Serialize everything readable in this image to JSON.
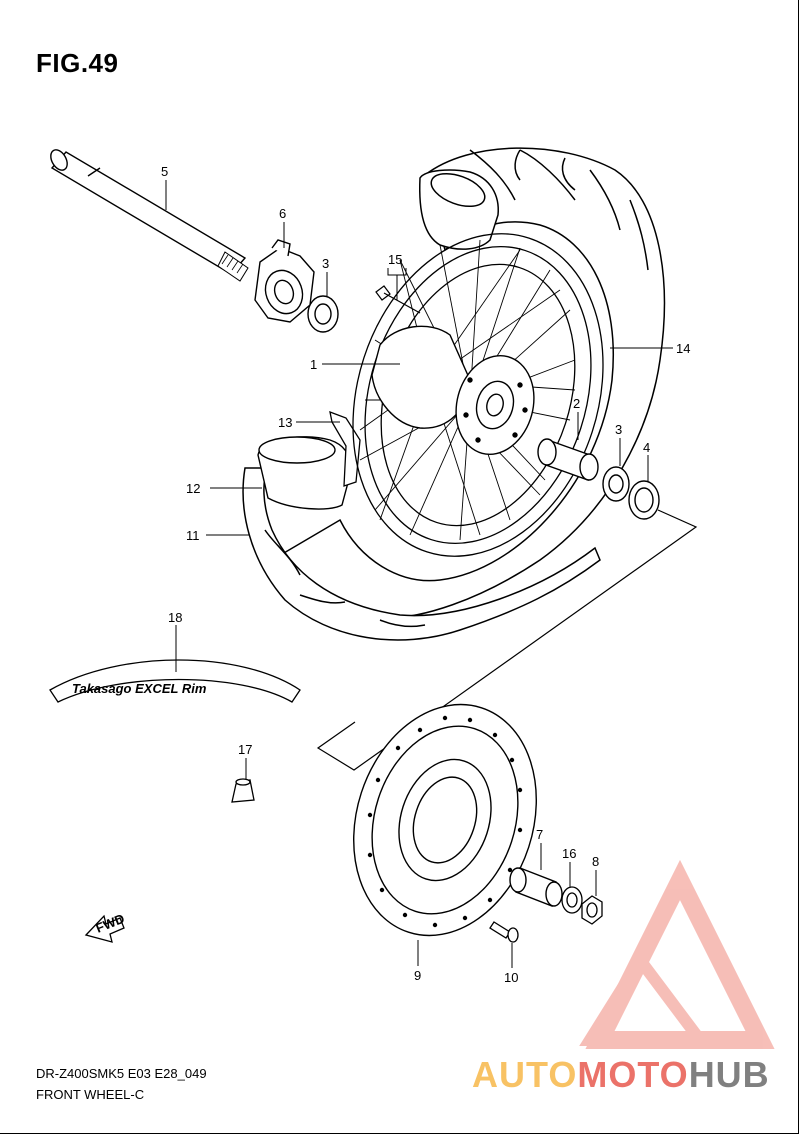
{
  "figure": {
    "title": "FIG.49",
    "model_code": "DR-Z400SMK5 E03 E28_049",
    "name": "FRONT WHEEL-C"
  },
  "part_labels": {
    "p1": "1",
    "p2": "2",
    "p3a": "3",
    "p3b": "3",
    "p4": "4",
    "p5": "5",
    "p6": "6",
    "p7": "7",
    "p8": "8",
    "p9": "9",
    "p10": "10",
    "p11": "11",
    "p12": "12",
    "p13": "13",
    "p14": "14",
    "p15": "15",
    "p16": "16",
    "p17": "17",
    "p18": "18"
  },
  "rim_decal_text": "Takasago EXCEL Rim",
  "fwd_text": "FWD",
  "watermark": {
    "part1": "AUTO",
    "part2": "MOTO",
    "part3": "HUB",
    "colors": {
      "auto": "#f7b84a",
      "moto": "#e85a4f",
      "hub": "#6a6a6a",
      "triangle": "#f08a7e"
    }
  }
}
